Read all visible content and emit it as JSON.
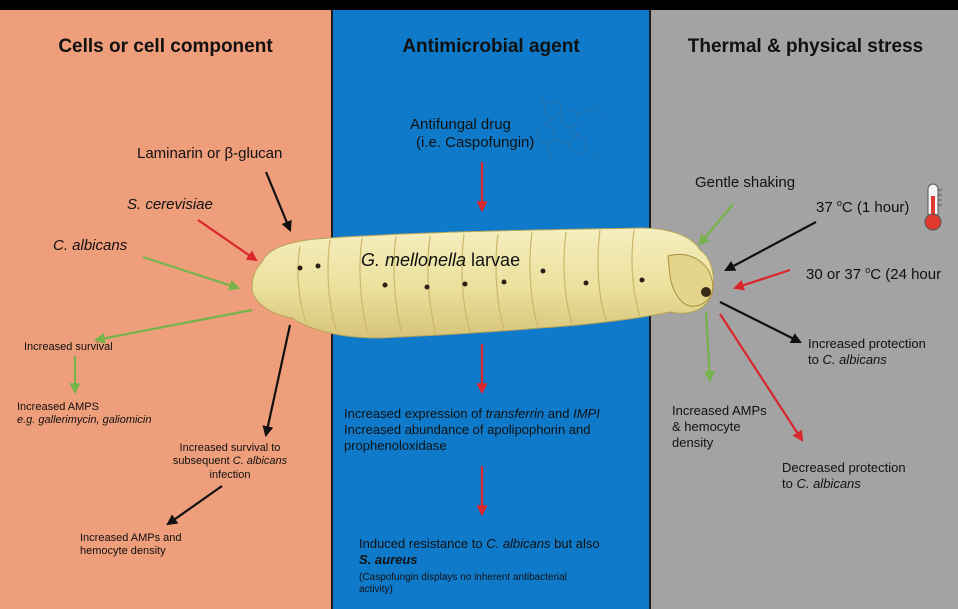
{
  "panels": {
    "left": {
      "title": "Cells or cell component",
      "laminarin": "Laminarin or  β-glucan",
      "s_cerevisiae": "S. cerevisiae",
      "c_albicans": "C. albicans",
      "increased_survival": "Increased survival",
      "increased_amps": "Increased AMPS",
      "amps_examples": "e.g. gallerimycin, galiomicin",
      "survival_line1": "Increased survival to",
      "survival_line2_a": "subsequent ",
      "survival_line2_b": "C. albicans",
      "survival_line3": "infection",
      "amps_hemo_line1": "Increased AMPs and",
      "amps_hemo_line2": "hemocyte density"
    },
    "middle": {
      "title": "Antimicrobial agent",
      "drug_line1": "Antifungal drug",
      "drug_line2": "(i.e. Caspofungin)",
      "larva_label_a": "G. mellonella",
      "larva_label_b": " larvae",
      "expr_a": "Increased expression of ",
      "expr_b": "transferrin",
      "expr_c": " and ",
      "expr_d": "IMPI",
      "abund_line1": "Increased abundance of apolipophorin and",
      "abund_line2": "prophenoloxidase",
      "resist_a": "Induced resistance to ",
      "resist_b": "C. albicans",
      "resist_c": " but also",
      "resist_d": "S. aureus",
      "note_line1": "(Caspofungin displays no inherent antibacterial",
      "note_line2": "activity)"
    },
    "right": {
      "title": "Thermal & physical stress",
      "shaking": "Gentle shaking",
      "temp1_a": "37 ",
      "temp1_sup": "o",
      "temp1_b": "C (1 hour)",
      "temp2_a": "30 or 37 ",
      "temp2_sup": "o",
      "temp2_b": "C (24 hour",
      "inc_prot_line1": "Increased protection",
      "inc_prot_line2_a": "to ",
      "inc_prot_line2_b": "C. albicans",
      "amps_line1": "Increased AMPs",
      "amps_line2": "& hemocyte",
      "amps_line3": "density",
      "dec_prot_line1": "Decreased protection",
      "dec_prot_line2_a": "to ",
      "dec_prot_line2_b": "C. albicans"
    }
  },
  "colors": {
    "left_bg": "#ee9e7a",
    "middle_bg": "#0e7ac9",
    "right_bg": "#a3a3a3",
    "arrow_black": "#111111",
    "arrow_red": "#d9272c",
    "arrow_green": "#74b44a",
    "larva_body": "#eee3a0"
  },
  "icons": {
    "thermometer": "thermometer-icon",
    "structure": "chemical-structure-icon"
  }
}
